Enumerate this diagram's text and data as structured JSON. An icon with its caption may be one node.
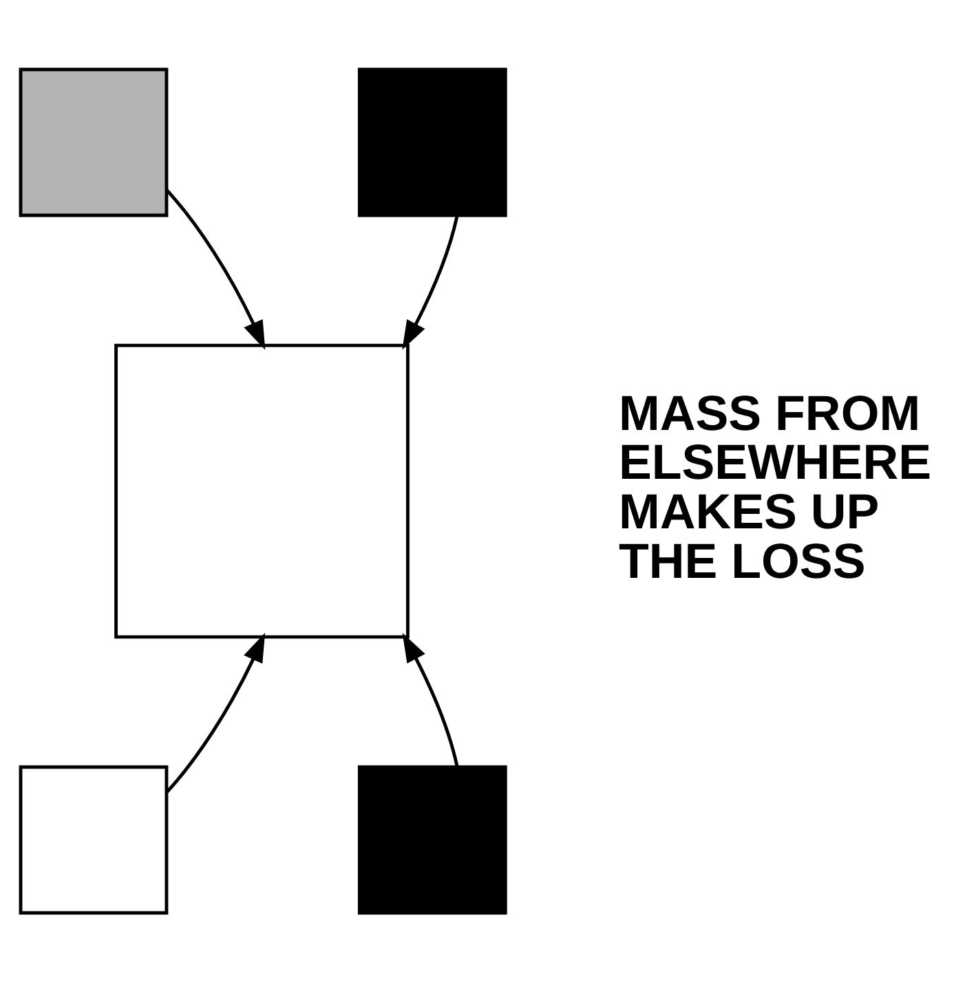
{
  "diagram": {
    "nodes": [
      {
        "text": [],
        "shape": "box"
      },
      {
        "text": [],
        "shape": "box"
      },
      {
        "text": [],
        "shape": "box"
      },
      {
        "text": [],
        "shape": "box"
      },
      {
        "text": [],
        "shape": "box"
      }
    ],
    "edges": [
      {
        "from": 0,
        "to": 2,
        "arrow": "to"
      },
      {
        "from": 1,
        "to": 2,
        "arrow": "to"
      },
      {
        "from": 3,
        "to": 2,
        "arrow": "to"
      },
      {
        "from": 4,
        "to": 2,
        "arrow": "to"
      }
    ],
    "labels": [
      "MASS FROM ELSEWHERE MAKES UP THE LOSS"
    ]
  }
}
